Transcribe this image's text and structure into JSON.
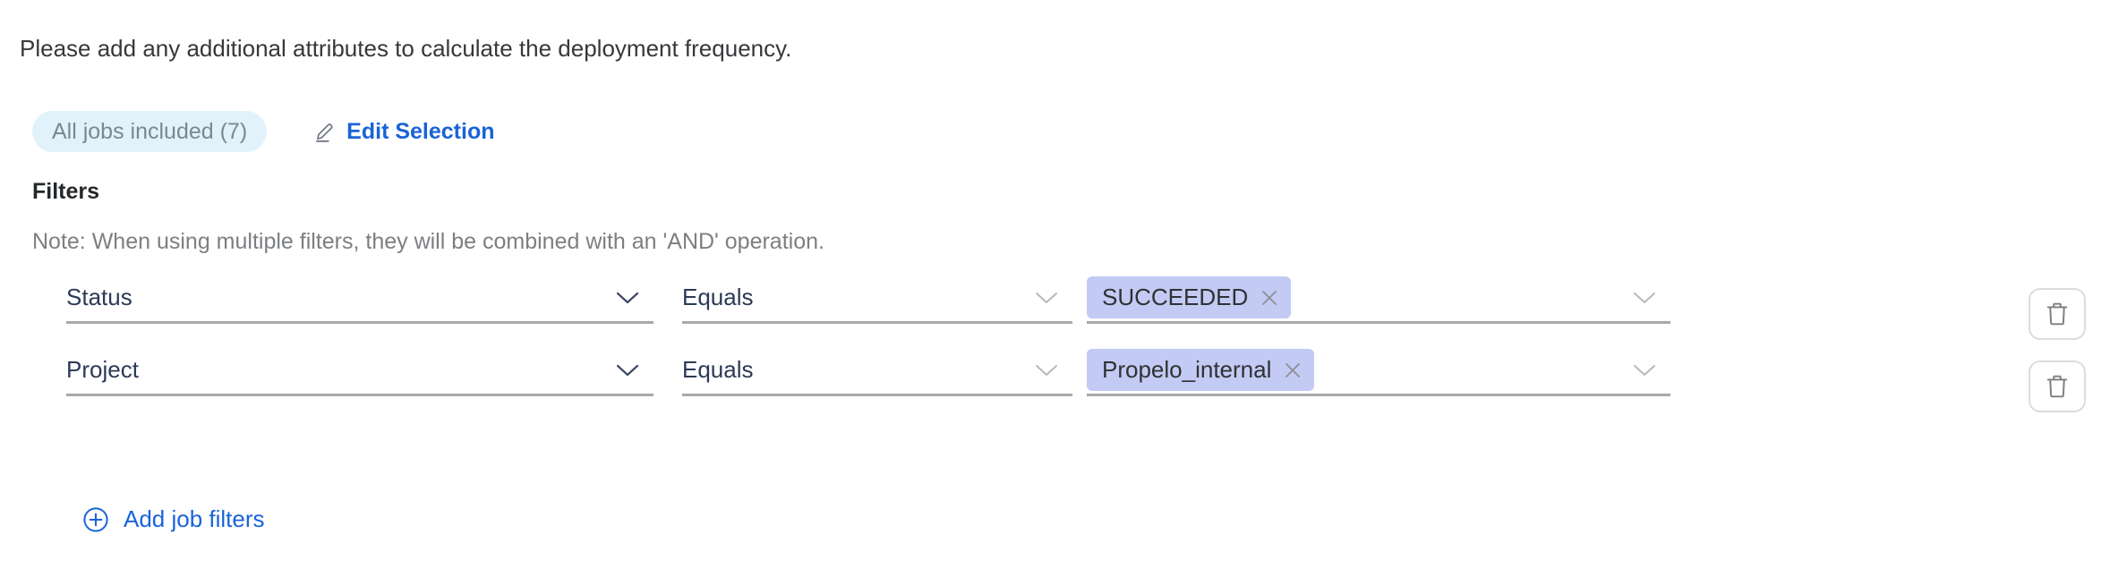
{
  "intro": {
    "text": "Please add any additional attributes to calculate the deployment frequency."
  },
  "selection": {
    "pill_label": "All jobs included (7)",
    "edit_label": "Edit Selection",
    "edit_icon": "pencil-icon"
  },
  "filters": {
    "heading": "Filters",
    "note": "Note: When using multiple filters, they will be combined with an 'AND' operation.",
    "add_label": "Add job filters",
    "add_icon": "plus-circle-icon",
    "delete_icon": "trash-icon",
    "chevron_icon": "chevron-down-icon",
    "chip_remove_icon": "close-icon",
    "rows": [
      {
        "attribute": "Status",
        "operator": "Equals",
        "value": "SUCCEEDED"
      },
      {
        "attribute": "Project",
        "operator": "Equals",
        "value": "Propelo_internal"
      }
    ]
  },
  "colors": {
    "link_blue": "#1a63d8",
    "pill_background": "#e2f2fb",
    "pill_text": "#7b8794",
    "chip_background": "#c3caf3",
    "field_underline": "#a7a9ac",
    "field_text": "#2b3a55"
  }
}
